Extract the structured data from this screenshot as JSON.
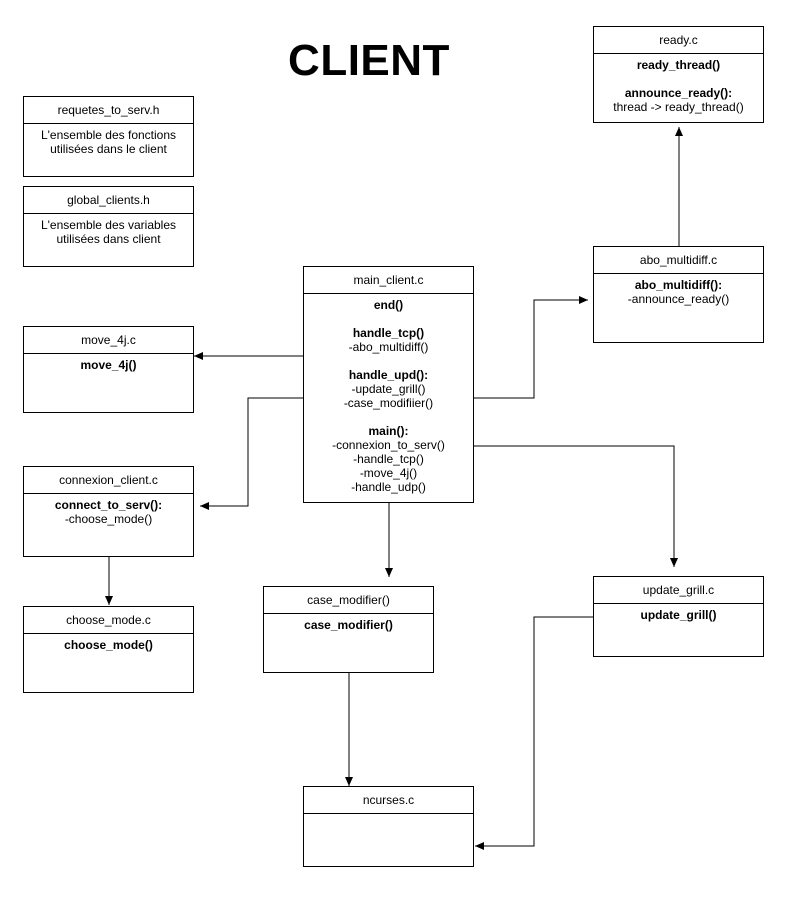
{
  "title": "CLIENT",
  "boxes": {
    "ready": {
      "header": "ready.c",
      "lines": [
        {
          "text": "ready_thread()",
          "bold": true
        },
        {
          "text": "",
          "bold": false
        },
        {
          "text": "announce_ready():",
          "bold": true
        },
        {
          "text": "thread -> ready_thread()",
          "bold": false
        }
      ]
    },
    "requetes": {
      "header": "requetes_to_serv.h",
      "lines": [
        {
          "text": "L'ensemble des fonctions",
          "bold": false
        },
        {
          "text": "utilisées dans le client",
          "bold": false
        }
      ]
    },
    "global": {
      "header": "global_clients.h",
      "lines": [
        {
          "text": "L'ensemble des variables",
          "bold": false
        },
        {
          "text": "utilisées dans client",
          "bold": false
        }
      ]
    },
    "abo": {
      "header": "abo_multidiff.c",
      "lines": [
        {
          "text": "abo_multidiff():",
          "bold": true
        },
        {
          "text": "-announce_ready()",
          "bold": false
        }
      ]
    },
    "main": {
      "header": "main_client.c",
      "lines": [
        {
          "text": "end()",
          "bold": true
        },
        {
          "text": "",
          "bold": false
        },
        {
          "text": "handle_tcp()",
          "bold": true
        },
        {
          "text": "-abo_multidiff()",
          "bold": false
        },
        {
          "text": "",
          "bold": false
        },
        {
          "text": "handle_upd():",
          "bold": true
        },
        {
          "text": "-update_grill()",
          "bold": false
        },
        {
          "text": "-case_modifiier()",
          "bold": false
        },
        {
          "text": "",
          "bold": false
        },
        {
          "text": "main():",
          "bold": true
        },
        {
          "text": "-connexion_to_serv()",
          "bold": false
        },
        {
          "text": "-handle_tcp()",
          "bold": false
        },
        {
          "text": "-move_4j()",
          "bold": false
        },
        {
          "text": "-handle_udp()",
          "bold": false
        }
      ]
    },
    "move4j": {
      "header": "move_4j.c",
      "lines": [
        {
          "text": "move_4j()",
          "bold": true
        }
      ]
    },
    "connexion": {
      "header": "connexion_client.c",
      "lines": [
        {
          "text": "connect_to_serv():",
          "bold": true
        },
        {
          "text": "-choose_mode()",
          "bold": false
        }
      ]
    },
    "choose": {
      "header": "choose_mode.c",
      "lines": [
        {
          "text": "choose_mode()",
          "bold": true
        }
      ]
    },
    "casemod": {
      "header": "case_modifier()",
      "lines": [
        {
          "text": "case_modifier()",
          "bold": true
        }
      ]
    },
    "update": {
      "header": "update_grill.c",
      "lines": [
        {
          "text": "update_grill()",
          "bold": true
        }
      ]
    },
    "ncurses": {
      "header": "ncurses.c",
      "lines": []
    }
  },
  "arrows": [
    {
      "from": "main_client.c",
      "to": "move_4j.c"
    },
    {
      "from": "main_client.c",
      "to": "connexion_client.c"
    },
    {
      "from": "main_client.c",
      "to": "abo_multidiff.c"
    },
    {
      "from": "main_client.c",
      "to": "update_grill.c"
    },
    {
      "from": "main_client.c",
      "to": "case_modifier()"
    },
    {
      "from": "abo_multidiff.c",
      "to": "ready.c"
    },
    {
      "from": "connexion_client.c",
      "to": "choose_mode.c"
    },
    {
      "from": "case_modifier()",
      "to": "ncurses.c"
    },
    {
      "from": "update_grill.c",
      "to": "ncurses.c"
    }
  ]
}
